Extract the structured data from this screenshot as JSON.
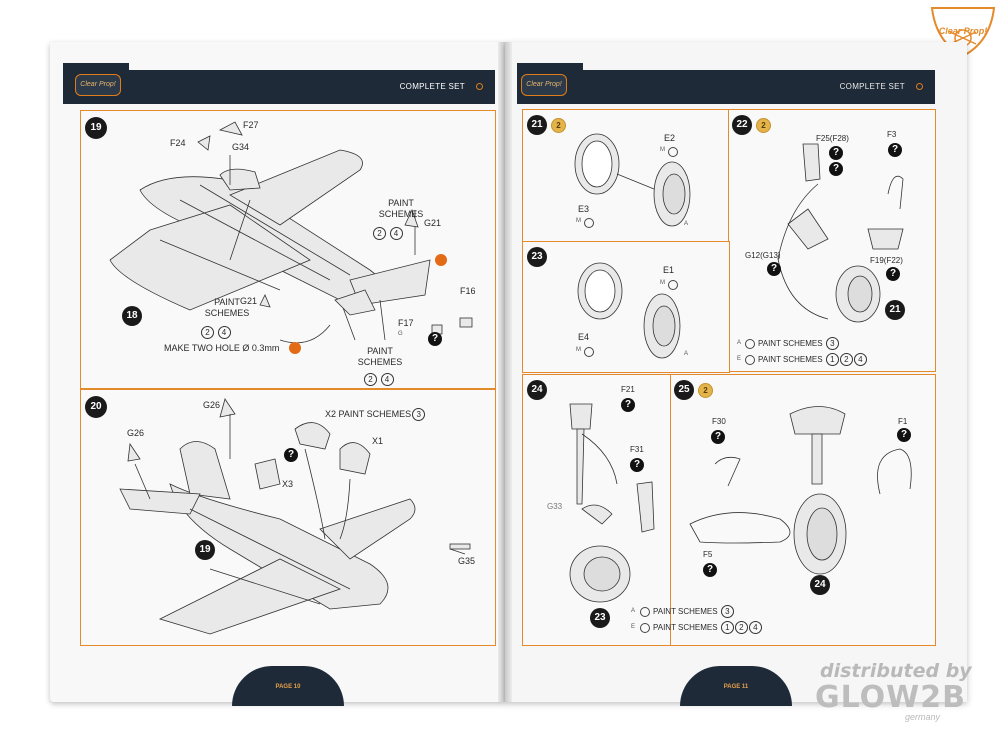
{
  "brand": {
    "logo_text": "Clear Prop!"
  },
  "left": {
    "header": "COMPLETE SET",
    "footer": "PAGE 10",
    "step19": {
      "num": "19",
      "parts": {
        "F27": "F27",
        "F24": "F24",
        "G34": "G34",
        "G21a": "G21",
        "G21b": "G21",
        "F16": "F16",
        "F17": "F17",
        "G": "G"
      },
      "paint_label_a": "PAINT\nSCHEMES",
      "paint_label_b": "PAINT\nSCHEMES",
      "paint_label_c": "PAINT\nSCHEMES",
      "scheme_nums": [
        "2",
        "4"
      ],
      "hole_note": "MAKE TWO  HOLE Ø 0.3mm",
      "ref18": "18"
    },
    "step20": {
      "num": "20",
      "parts": {
        "G26a": "G26",
        "G26b": "G26",
        "X2": "X2 PAINT SCHEMES",
        "X2n": "3",
        "X1": "X1",
        "X3": "X3",
        "G35": "G35"
      },
      "ref19": "19"
    }
  },
  "right": {
    "header": "COMPLETE SET",
    "footer": "PAGE 11",
    "step21": {
      "num": "21",
      "gold": "2",
      "parts": {
        "E2": "E2",
        "E3": "E3",
        "M": "M",
        "A": "A"
      }
    },
    "step22": {
      "num": "22",
      "gold": "2",
      "parts": {
        "F25": "F25(F28)",
        "F3": "F3",
        "G12": "G12(G13)",
        "F19": "F19(F22)"
      },
      "ref21": "21",
      "paint_a": "PAINT SCHEMES",
      "paint_a_nums": [
        "3"
      ],
      "paint_e": "PAINT SCHEMES",
      "paint_e_nums": [
        "1",
        "2",
        "4"
      ],
      "letters": {
        "A": "A",
        "E": "E"
      }
    },
    "step23": {
      "num": "23",
      "parts": {
        "E1": "E1",
        "E4": "E4",
        "M": "M",
        "A": "A"
      }
    },
    "step24": {
      "num": "24",
      "parts": {
        "F21": "F21",
        "F31": "F31",
        "G33": "G33"
      },
      "ref23": "23",
      "paint_a": "PAINT SCHEMES",
      "paint_a_nums": [
        "3"
      ],
      "paint_e": "PAINT SCHEMES",
      "paint_e_nums": [
        "1",
        "2",
        "4"
      ]
    },
    "step25": {
      "num": "25",
      "gold": "2",
      "parts": {
        "F30": "F30",
        "F1": "F1",
        "F5": "F5"
      },
      "ref24": "24"
    }
  },
  "watermark": {
    "line1": "distributed by",
    "line2": "GLOW2B",
    "line3": "germany"
  }
}
